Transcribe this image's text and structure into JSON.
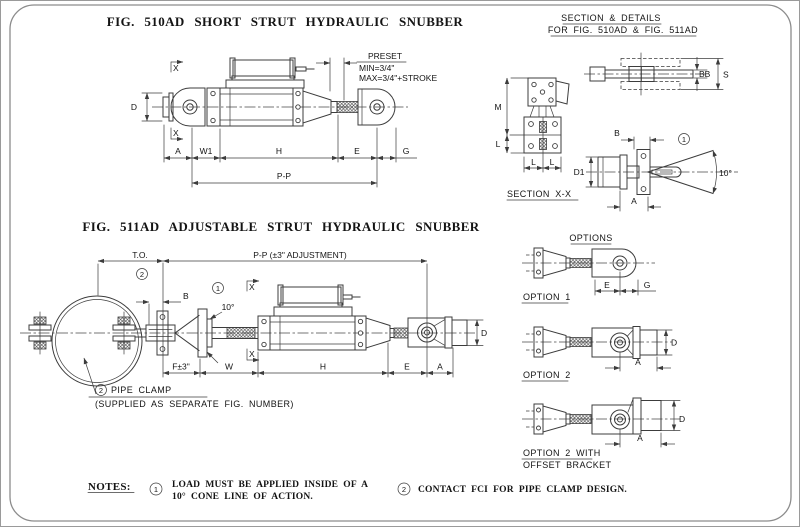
{
  "drawing": {
    "fig510": {
      "title": "FIG. 510AD SHORT STRUT HYDRAULIC SNUBBER",
      "preset": {
        "heading": "PRESET",
        "min": "MIN=3/4\"",
        "max": "MAX=3/4\"+STROKE"
      },
      "dims": {
        "d": "D",
        "a": "A",
        "w1": "W1",
        "h": "H",
        "e": "E",
        "g": "G",
        "pp": "P-P"
      },
      "section_marker": "X"
    },
    "sd": {
      "h1": "SECTION & DETAILS",
      "h2": "FOR FIG. 510AD & FIG. 511AD",
      "label": "SECTION X-X",
      "m": "M",
      "l": "L",
      "lb1": "L",
      "lb2": "L",
      "bb": "BB",
      "s": "S",
      "b": "B",
      "d1": "D1",
      "a": "A",
      "angle": "10°",
      "ref1": "1"
    },
    "fig511": {
      "title": "FIG. 511AD ADJUSTABLE STRUT HYDRAULIC SNUBBER",
      "dims": {
        "to": "T.O.",
        "pp": "P-P (±3\" ADJUSTMENT)",
        "b": "B",
        "f": "F±3\"",
        "w": "W",
        "h": "H",
        "e": "E",
        "a": "A",
        "d": "D"
      },
      "angle": "10°",
      "ref1": "1",
      "ref2": "2",
      "clamp_ref": "2",
      "clamp_label": "PIPE CLAMP",
      "clamp_note": "(SUPPLIED AS SEPARATE FIG. NUMBER)",
      "section_marker": "X"
    },
    "options": {
      "heading": "OPTIONS",
      "o1": {
        "label": "OPTION 1",
        "e": "E",
        "g": "G"
      },
      "o2": {
        "label": "OPTION 2",
        "a": "A",
        "d": "D"
      },
      "o2b": {
        "l1": "OPTION 2 WITH",
        "l2": "OFFSET BRACKET",
        "a": "A",
        "d": "D"
      }
    },
    "notes": {
      "heading": "NOTES:",
      "n1_ref": "1",
      "n1_line1": "LOAD MUST BE APPLIED INSIDE OF A",
      "n1_line2": "10° CONE LINE OF ACTION.",
      "n2_ref": "2",
      "n2_line": "CONTACT FCI FOR PIPE CLAMP DESIGN."
    },
    "colors": {
      "line": "#3c3c3c",
      "text": "#141414",
      "border": "#8c8c8c",
      "background": "#ffffff"
    }
  }
}
